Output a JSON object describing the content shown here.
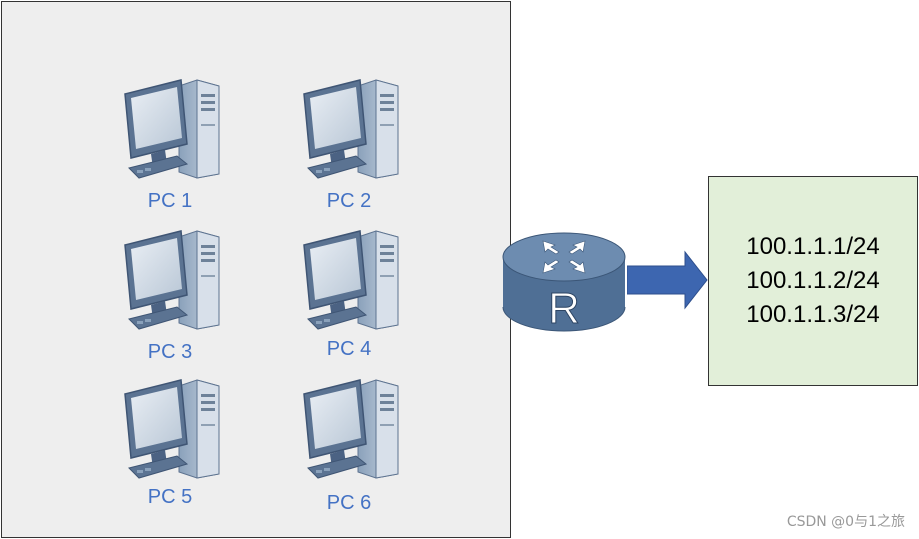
{
  "pcs": [
    {
      "label": "PC 1"
    },
    {
      "label": "PC 2"
    },
    {
      "label": "PC 3"
    },
    {
      "label": "PC 4"
    },
    {
      "label": "PC 5"
    },
    {
      "label": "PC 6"
    }
  ],
  "router": {
    "letter": "R"
  },
  "address_pool": {
    "addresses": [
      "100.1.1.1/24",
      "100.1.1.2/24",
      "100.1.1.3/24"
    ]
  },
  "watermark": "CSDN @0与1之旅",
  "colors": {
    "lan_background": "#eeeeee",
    "pool_background": "#e2efd9",
    "label_blue": "#4472c4",
    "router_blue": "#4f6f95",
    "arrow_blue": "#3d66b0"
  }
}
